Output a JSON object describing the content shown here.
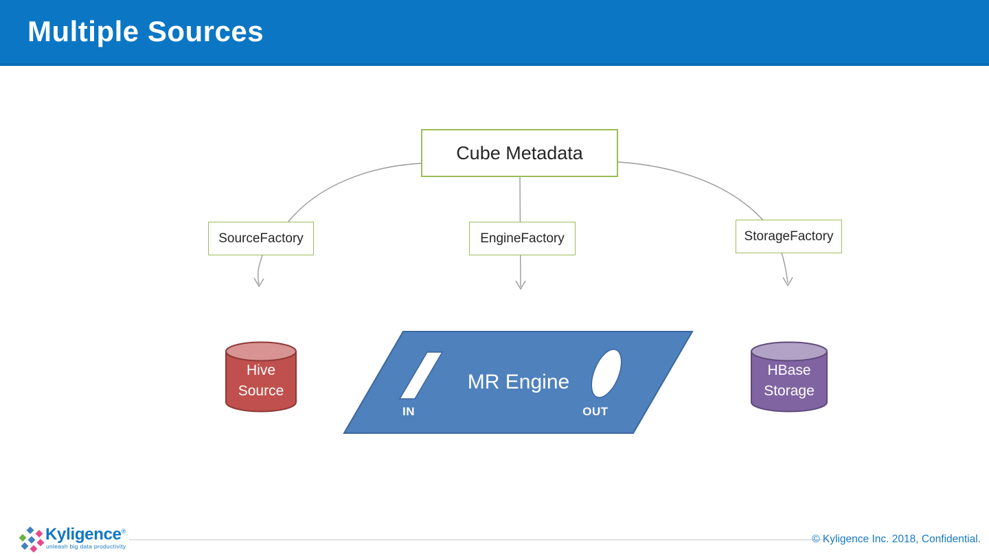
{
  "slide": {
    "title": "Multiple Sources"
  },
  "diagram": {
    "cube_metadata_label": "Cube Metadata",
    "factories": [
      {
        "label": "SourceFactory"
      },
      {
        "label": "EngineFactory"
      },
      {
        "label": "StorageFactory"
      }
    ],
    "hive_source": {
      "line1": "Hive",
      "line2": "Source"
    },
    "mr_engine": {
      "label": "MR Engine",
      "in_label": "IN",
      "out_label": "OUT"
    },
    "hbase_storage": {
      "line1": "HBase",
      "line2": "Storage"
    }
  },
  "footer": {
    "brand_name": "Kyligence",
    "brand_reg": "®",
    "brand_tagline": "unleash big data productivity",
    "copyright": "© Kyligence Inc. 2018, Confidential."
  },
  "colors": {
    "header_bg": "#0b76c4",
    "header_bg_bottom": "#0a6ab3",
    "box_border_green": "#9bbb59",
    "engine_fill": "#4f81bd",
    "engine_stroke": "#3a679c",
    "hive_body": "#c0504d",
    "hive_top": "#d79492",
    "hive_stroke": "#8d3836",
    "hbase_body": "#8064a2",
    "hbase_top": "#b2a2c6",
    "hbase_stroke": "#5e4a79",
    "connector_gray": "#9a9a9a",
    "brand_blue": "#1077c0",
    "copyright_blue": "#1779c4"
  }
}
